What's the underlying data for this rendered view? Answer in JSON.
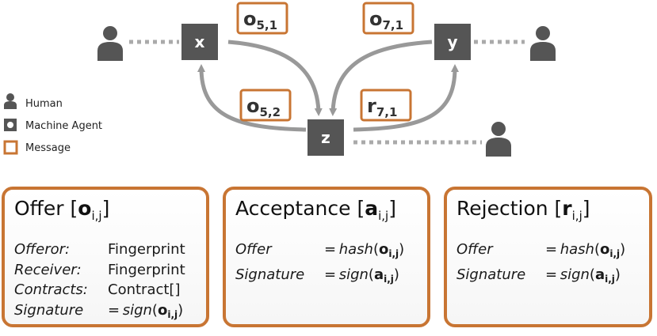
{
  "nodes": {
    "x": "x",
    "y": "y",
    "z": "z"
  },
  "messages": {
    "o51": {
      "sym": "o",
      "sub": "5,1"
    },
    "o71": {
      "sym": "o",
      "sub": "7,1"
    },
    "o52": {
      "sym": "o",
      "sub": "5,2"
    },
    "r71": {
      "sym": "r",
      "sub": "7,1"
    }
  },
  "legend": {
    "human": "Human",
    "agent": "Machine Agent",
    "message": "Message"
  },
  "colors": {
    "agent": "#555555",
    "human": "#555555",
    "message_border": "#c87533",
    "arrow": "#999999",
    "dotted": "#aaaaaa"
  },
  "cards": {
    "offer": {
      "title": "Offer [",
      "sym": "o",
      "sub": "i,j",
      "close": "]",
      "rows": [
        {
          "key": "Offeror:",
          "value": "Fingerprint"
        },
        {
          "key": "Receiver:",
          "value": "Fingerprint"
        },
        {
          "key": "Contracts:",
          "value": "Contract[]"
        },
        {
          "key": "Signature",
          "eq": "=",
          "fn": "sign",
          "open": "(",
          "sym": "o",
          "sub": "i,j",
          "close": ")"
        }
      ]
    },
    "acceptance": {
      "title": "Acceptance [",
      "sym": "a",
      "sub": "i,j",
      "close": "]",
      "rows": [
        {
          "key": "Offer",
          "eq": "=",
          "fn": "hash",
          "open": "(",
          "sym": "o",
          "sub": "i,j",
          "close": ")"
        },
        {
          "key": "Signature",
          "eq": "=",
          "fn": "sign",
          "open": "(",
          "sym": "a",
          "sub": "i,j",
          "close": ")"
        }
      ]
    },
    "rejection": {
      "title": "Rejection [",
      "sym": "r",
      "sub": "i,j",
      "close": "]",
      "rows": [
        {
          "key": "Offer",
          "eq": "=",
          "fn": "hash",
          "open": "(",
          "sym": "o",
          "sub": "i,j",
          "close": ")"
        },
        {
          "key": "Signature",
          "eq": "=",
          "fn": "sign",
          "open": "(",
          "sym": "a",
          "sub": "i,j",
          "close": ")"
        }
      ]
    }
  }
}
